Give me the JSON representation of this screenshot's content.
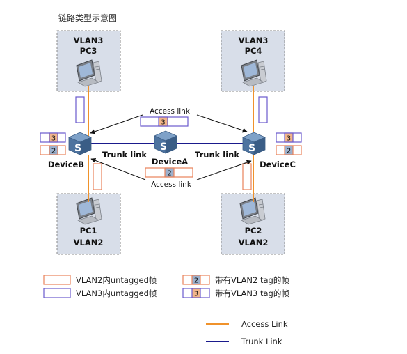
{
  "title": "链路类型示意图",
  "colors": {
    "access_link": "#f0922b",
    "trunk_link": "#1a1a8c",
    "vlan2_frame": "#e8835a",
    "vlan3_frame": "#6a5acd",
    "vlan2_tag_fill": "#9bb0cc",
    "vlan3_tag_fill": "#f2b58a",
    "pc_box_fill": "#d8dee9",
    "pc_box_border": "#8a8a8a"
  },
  "boxes": {
    "pc3": {
      "line1": "VLAN3",
      "line2": "PC3"
    },
    "pc4": {
      "line1": "VLAN3",
      "line2": "PC4"
    },
    "pc1": {
      "line1": "PC1",
      "line2": "VLAN2"
    },
    "pc2": {
      "line1": "PC2",
      "line2": "VLAN2"
    }
  },
  "devices": {
    "a": "DeviceA",
    "b": "DeviceB",
    "c": "DeviceC"
  },
  "links": {
    "trunk_left": "Trunk link",
    "trunk_right": "Trunk link",
    "access_top": "Access link",
    "access_bottom": "Access link"
  },
  "tags": {
    "vlan3": "3",
    "vlan2": "2"
  },
  "legend": {
    "vlan2_untagged": "VLAN2内untagged帧",
    "vlan3_untagged": "VLAN3内untagged帧",
    "vlan2_tagged": "带有VLAN2 tag的帧",
    "vlan3_tagged": "带有VLAN3 tag的帧",
    "access_link": "Access Link",
    "trunk_link": "Trunk Link"
  }
}
